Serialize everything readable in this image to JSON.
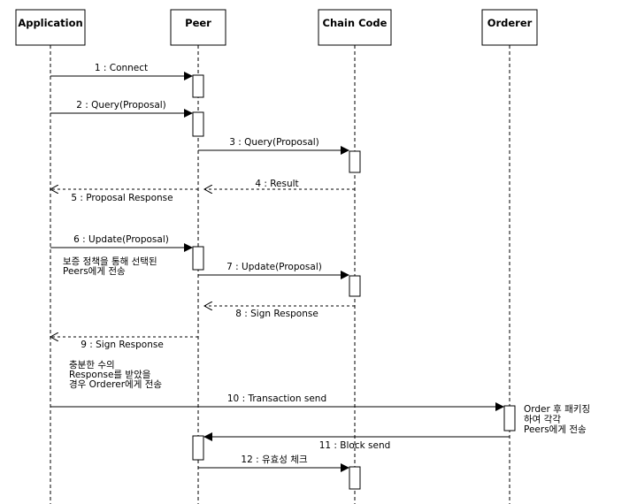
{
  "lifelines": [
    {
      "id": "app",
      "label": "Application"
    },
    {
      "id": "peer",
      "label": "Peer"
    },
    {
      "id": "chaincode",
      "label": "Chain Code"
    },
    {
      "id": "orderer",
      "label": "Orderer"
    }
  ],
  "messages": [
    {
      "id": "m1",
      "label": "1 : Connect",
      "from": "app",
      "to": "peer",
      "kind": "call"
    },
    {
      "id": "m2",
      "label": "2 : Query(Proposal)",
      "from": "app",
      "to": "peer",
      "kind": "call"
    },
    {
      "id": "m3",
      "label": "3 : Query(Proposal)",
      "from": "peer",
      "to": "chaincode",
      "kind": "call"
    },
    {
      "id": "m4",
      "label": "4 : Result",
      "from": "chaincode",
      "to": "peer",
      "kind": "return"
    },
    {
      "id": "m5",
      "label": "5 : Proposal Response",
      "from": "peer",
      "to": "app",
      "kind": "return"
    },
    {
      "id": "m6",
      "label": "6 : Update(Proposal)",
      "from": "app",
      "to": "peer",
      "kind": "call"
    },
    {
      "id": "m7",
      "label": "7 : Update(Proposal)",
      "from": "peer",
      "to": "chaincode",
      "kind": "call"
    },
    {
      "id": "m8",
      "label": "8 : Sign Response",
      "from": "chaincode",
      "to": "peer",
      "kind": "return"
    },
    {
      "id": "m9",
      "label": "9 : Sign Response",
      "from": "peer",
      "to": "app",
      "kind": "return"
    },
    {
      "id": "m10",
      "label": "10 : Transaction send",
      "from": "app",
      "to": "orderer",
      "kind": "call"
    },
    {
      "id": "m11",
      "label": "11 : Block send",
      "from": "orderer",
      "to": "peer",
      "kind": "call"
    },
    {
      "id": "m12",
      "label": "12 : 유효성 체크",
      "from": "peer",
      "to": "chaincode",
      "kind": "call"
    }
  ],
  "notes": [
    {
      "id": "n1",
      "lines": [
        "보증 정책을 통해 선택된",
        "Peers에게 전송"
      ]
    },
    {
      "id": "n2",
      "lines": [
        "충분한 수의",
        "Response를 받았을",
        "경우 Orderer에게 전송"
      ]
    },
    {
      "id": "n3",
      "lines": [
        "Order 후 패키징",
        "하여 각각",
        "Peers에게 전송"
      ]
    }
  ]
}
